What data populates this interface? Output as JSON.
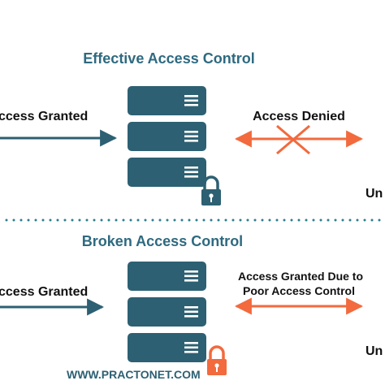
{
  "colors": {
    "title": "#2e6a80",
    "server": "#2d6072",
    "server_lines": "#ffffff",
    "arrow_dark": "#2d6072",
    "arrow_orange": "#f26a3d",
    "dots": "#2d7e8e",
    "lock": "#2d6072",
    "lock_orange": "#f26a3d",
    "watermark": "#2d6072"
  },
  "top_section": {
    "title": "Effective Access Control",
    "left_label": "ccess Granted",
    "right_label": "Access Denied",
    "right_edge_text": "Un",
    "lock_icon": "padlock-icon"
  },
  "bottom_section": {
    "title": "Broken Access Control",
    "left_label": "ccess Granted",
    "right_label_line1": "Access Granted Due to",
    "right_label_line2": "Poor Access Control",
    "right_edge_text": "Un",
    "lock_icon": "padlock-icon"
  },
  "watermark": "WWW.PRACTONET.COM"
}
